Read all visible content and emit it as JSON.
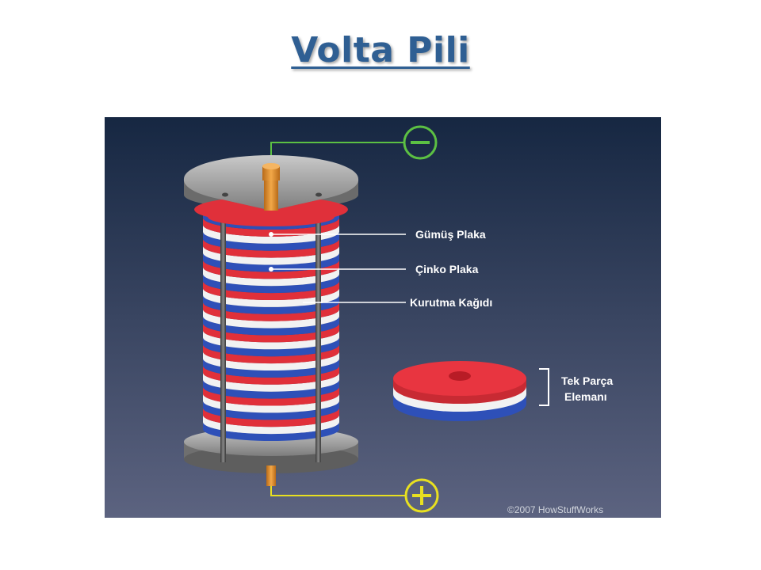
{
  "slide": {
    "title": "Volta Pili"
  },
  "diagram": {
    "labels": {
      "silver": "Gümüş Plaka",
      "zinc": "Çinko Plaka",
      "paper": "Kurutma Kağıdı",
      "unit_line1": "Tek Parça",
      "unit_line2": "Elemanı"
    },
    "terminals": {
      "negative": "−",
      "positive": "+"
    },
    "credit": "©2007 HowStuffWorks",
    "colors": {
      "background_top": "#162742",
      "background_bottom": "#59607a",
      "silver_plate": "#e0303a",
      "zinc_plate": "#2e50b8",
      "paper": "#f2f2f2",
      "frame": "#8c8c8c",
      "negative_wire": "#5cc043",
      "positive_wire": "#e8e020",
      "electrode": "#d68a2a"
    }
  }
}
